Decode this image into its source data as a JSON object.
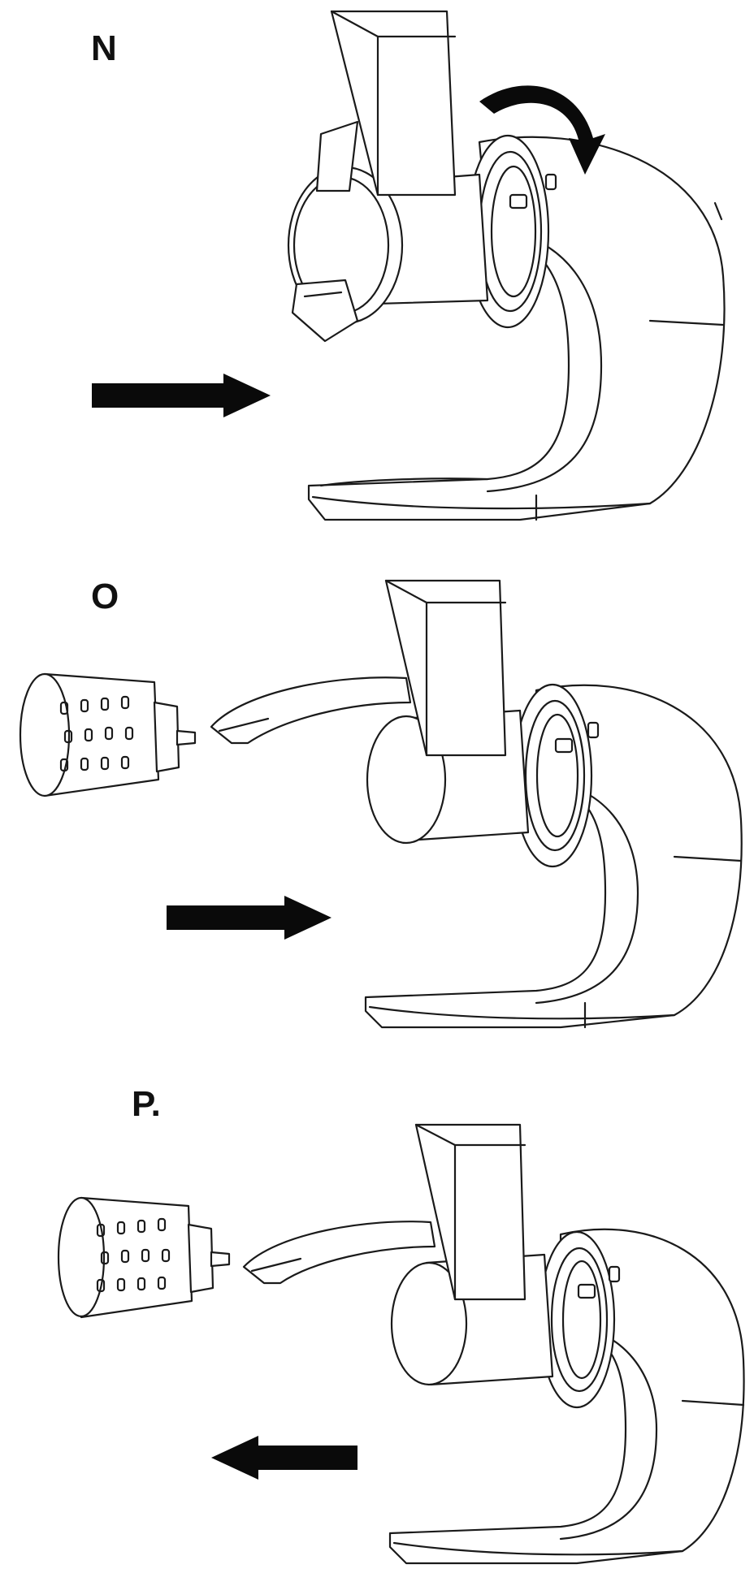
{
  "steps": [
    {
      "label": "N"
    },
    {
      "label": "O"
    },
    {
      "label": "P."
    }
  ],
  "icons": {
    "arrow_right": "arrow-right-icon",
    "arrow_left": "arrow-left-icon",
    "rotate": "rotate-arrow-icon"
  },
  "colors": {
    "line": "#1a1a1a",
    "background": "#ffffff"
  }
}
